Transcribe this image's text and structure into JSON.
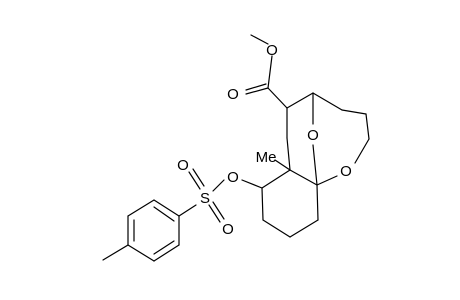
{
  "molecule": {
    "atom_labels": {
      "ester_o_methoxy": "O",
      "ester_o_carbonyl": "O",
      "bridge_o": "O",
      "ring_o": "O",
      "tosylate_o": "O",
      "sulfur": "S",
      "sulfonyl_o_top": "O",
      "sulfonyl_o_bottom": "O",
      "methyl_label": "Me"
    },
    "colors": {
      "bond": "#000000",
      "text": "#000000",
      "background": "#ffffff"
    }
  }
}
